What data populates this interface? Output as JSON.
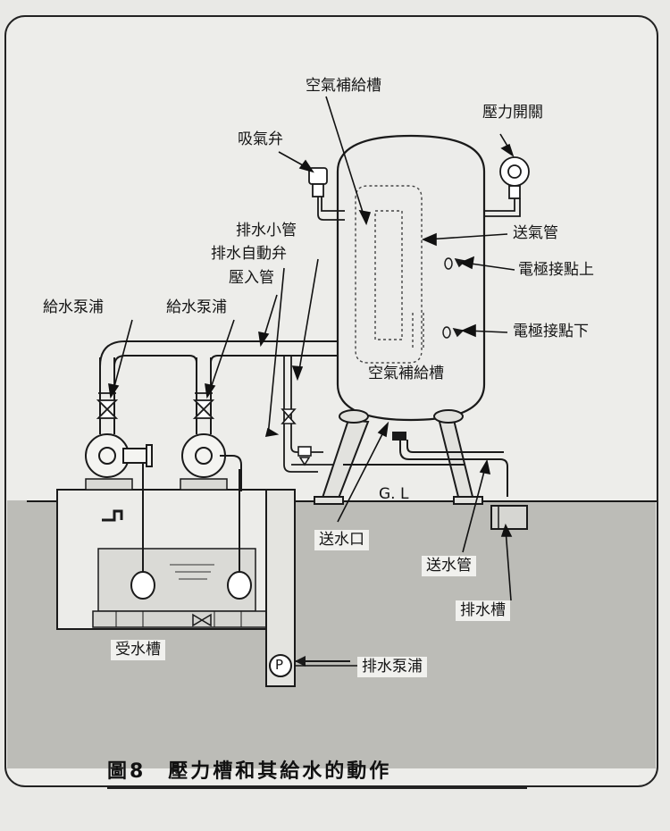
{
  "labels": {
    "air_supply_tank_top": "空氣補給槽",
    "air_intake_valve": "吸氣弁",
    "pressure_switch": "壓力開關",
    "air_feed_pipe": "送氣管",
    "electrode_upper": "電極接點上",
    "electrode_lower": "電極接點下",
    "drain_small_pipe": "排水小管",
    "drain_auto_valve": "排水自動弁",
    "pressure_in_pipe": "壓入管",
    "feed_pump_left": "給水泵浦",
    "feed_pump_right": "給水泵浦",
    "air_supply_tank_body": "空氣補給槽",
    "ground_level": "G. L",
    "water_outlet": "送水口",
    "water_pipe": "送水管",
    "drain_tank": "排水槽",
    "receiving_tank": "受水槽",
    "drain_pump": "排水泵浦",
    "pump_symbol": "P"
  },
  "caption": "圖8　壓力槽和其給水的動作",
  "colors": {
    "background": "#e9e9e6",
    "ground": "#b9b9b4",
    "line": "#1a1a1a",
    "water": "#dcdcd8"
  }
}
